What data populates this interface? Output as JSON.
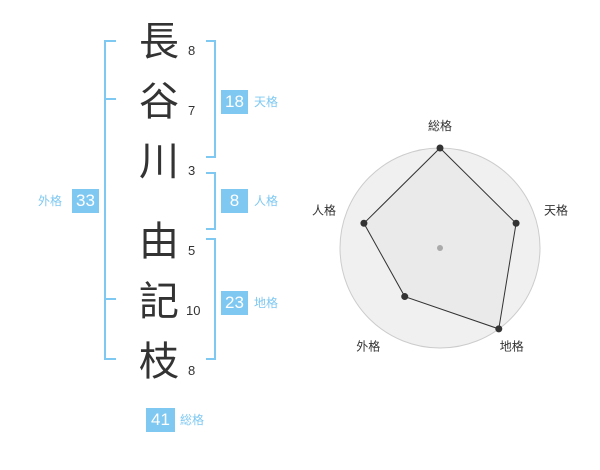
{
  "name": {
    "chars": [
      {
        "char": "長",
        "strokes": "8"
      },
      {
        "char": "谷",
        "strokes": "7"
      },
      {
        "char": "川",
        "strokes": "3"
      },
      {
        "char": "由",
        "strokes": "5"
      },
      {
        "char": "記",
        "strokes": "10"
      },
      {
        "char": "枝",
        "strokes": "8"
      }
    ]
  },
  "fortunes": {
    "tenkaku": {
      "value": "18",
      "label": "天格"
    },
    "jinkaku": {
      "value": "8",
      "label": "人格"
    },
    "chikaku": {
      "value": "23",
      "label": "地格"
    },
    "gaikaku": {
      "value": "33",
      "label": "外格"
    },
    "soukaku": {
      "value": "41",
      "label": "総格"
    }
  },
  "chart_data": {
    "type": "radar",
    "axes": [
      "総格",
      "天格",
      "地格",
      "外格",
      "人格"
    ],
    "values": [
      5,
      4,
      5,
      3,
      4
    ],
    "max": 5,
    "rings": 4,
    "colors": {
      "fill": "#f0f0f0",
      "ring": "#cccccc",
      "line": "#333333",
      "point": "#333333",
      "center": "#aaaaaa"
    }
  }
}
